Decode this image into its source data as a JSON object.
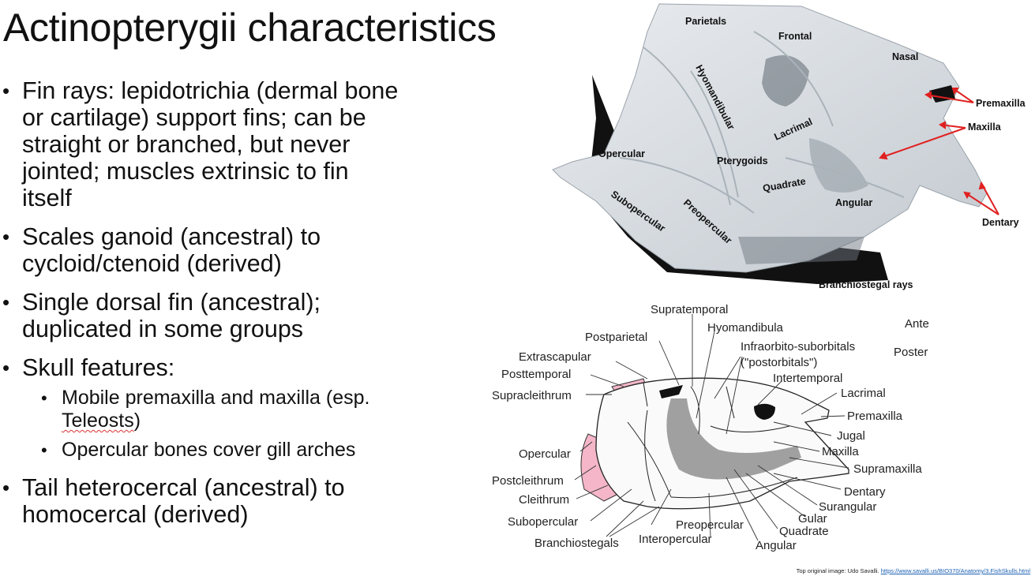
{
  "slide": {
    "title": "Actinopterygii characteristics",
    "bullets": [
      {
        "text": "Fin rays: lepidotrichia (dermal bone or cartilage) support fins; can be straight or branched, but never jointed; muscles extrinsic to fin itself"
      },
      {
        "text": "Scales ganoid (ancestral) to cycloid/ctenoid (derived)"
      },
      {
        "text": "Single dorsal fin (ancestral); duplicated in some groups"
      },
      {
        "text": "Skull features:"
      },
      {
        "text": "Tail heterocercal (ancestral) to homocercal (derived)"
      }
    ],
    "sub_bullets": [
      {
        "text_before": "Mobile premaxilla and maxilla (esp. ",
        "underlined": "Teleosts",
        "text_after": ")"
      },
      {
        "text": "Opercular bones cover gill arches"
      }
    ],
    "bullet_glyph": "•"
  },
  "photo_labels": {
    "parietals": "Parietals",
    "frontal": "Frontal",
    "nasal": "Nasal",
    "hyomandibular": "Hyomandibular",
    "lacrimal": "Lacrimal",
    "premaxilla": "Premaxilla",
    "maxilla": "Maxilla",
    "opercular": "Opercular",
    "pterygoids": "Pterygoids",
    "quadrate": "Quadrate",
    "angular": "Angular",
    "dentary": "Dentary",
    "subopercular": "Subopercular",
    "preopercular": "Preopercular",
    "branchiostegal_rays": "Branchiostegal rays"
  },
  "diagram_labels": {
    "supratemporal": "Supratemporal",
    "postparietal": "Postparietal",
    "hyomandibula": "Hyomandibula",
    "infraorbito": "Infraorbito-suborbitals",
    "postorbitals": "(\"postorbitals\")",
    "extrascapular": "Extrascapular",
    "posttemporal": "Posttemporal",
    "intertemporal": "Intertemporal",
    "supracleithrum": "Supracleithrum",
    "lacrimal": "Lacrimal",
    "premaxilla": "Premaxilla",
    "jugal": "Jugal",
    "opercular": "Opercular",
    "maxilla": "Maxilla",
    "supramaxilla": "Supramaxilla",
    "postcleithrum": "Postcleithrum",
    "dentary": "Dentary",
    "cleithrum": "Cleithrum",
    "surangular": "Surangular",
    "gular": "Gular",
    "subopercular": "Subopercular",
    "preopercular": "Preopercular",
    "quadrate": "Quadrate",
    "branchiostegals": "Branchiostegals",
    "interopercular": "Interopercular",
    "angular": "Angular",
    "anterior_cut": "Ante",
    "posterior_cut": "Poster"
  },
  "credit": {
    "text": "Top original image: Udo Savalli. ",
    "link": "https://www.savalli.us/BIO370/Anatomy/3.FishSkulls.html"
  },
  "colors": {
    "arrow_red": "#e02020",
    "pink_bone": "#f4b6c8",
    "link_blue": "#1a5fb4"
  }
}
